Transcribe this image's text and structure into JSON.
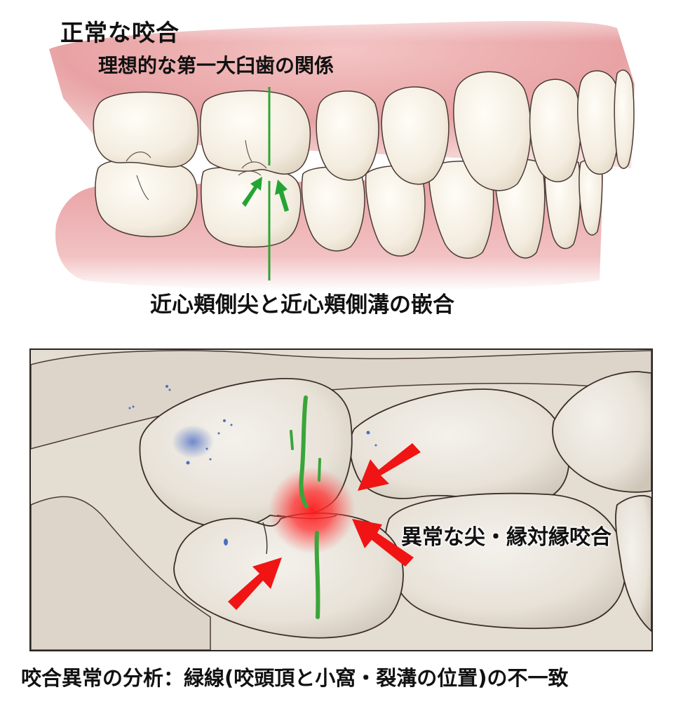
{
  "upper_panel": {
    "title": "正常な咬合",
    "subtitle": "理想的な第一大臼歯の関係",
    "caption": "近心頬側尖と近心頬側溝の嵌合",
    "reference_line_color": "#2fa336",
    "arrow_color": "#22a534",
    "arrows": [
      {
        "name": "arrow-left",
        "direction": "up-right"
      },
      {
        "name": "arrow-right",
        "direction": "up-left"
      }
    ]
  },
  "lower_panel": {
    "callout": "異常な尖・縁対縁咬合",
    "caption": "咬合異常の分析：緑線(咬頭頂と小窩・裂溝の位置)の不一致",
    "highlight_color": "#ff2a2a",
    "arrow_color": "#f01414",
    "line_color": "#3aa53a",
    "stain_color": "#4a6fc0",
    "arrows": [
      {
        "name": "arrow-upper-right",
        "direction": "down-left"
      },
      {
        "name": "arrow-lower-right",
        "direction": "up-left"
      },
      {
        "name": "arrow-lower-left",
        "direction": "up-right"
      }
    ]
  },
  "colors": {
    "gum": "#e9a4a6",
    "gum_light": "#f6cfcf",
    "tooth": "#f6f1e6",
    "tooth_outline": "#4a3b34",
    "panel_bg": "#e4ddd2"
  }
}
